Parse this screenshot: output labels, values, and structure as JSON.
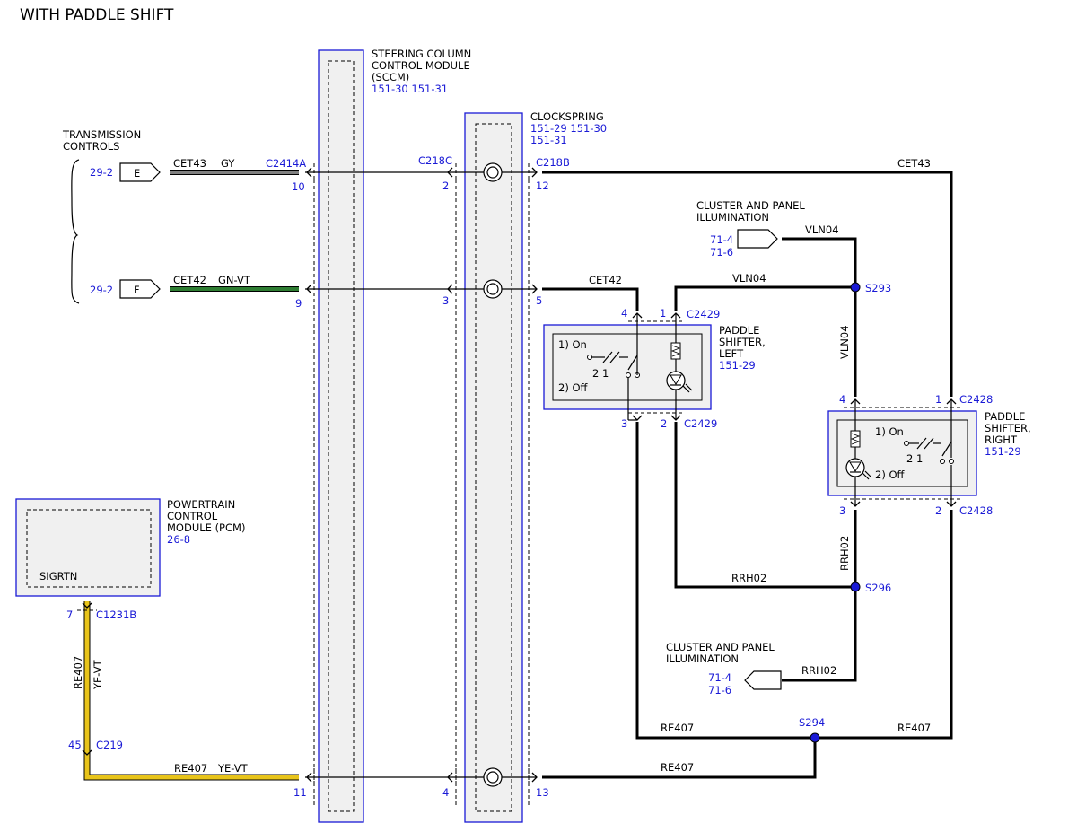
{
  "title": "WITH PADDLE SHIFT",
  "modules": {
    "sccm": {
      "name": [
        "STEERING COLUMN",
        "CONTROL MODULE",
        "(SCCM)"
      ],
      "refs": "151-30  151-31"
    },
    "clockspring": {
      "name": "CLOCKSPRING",
      "refs": [
        "151-29  151-30",
        "151-31"
      ]
    },
    "pcm": {
      "name": [
        "POWERTRAIN",
        "CONTROL",
        "MODULE (PCM)"
      ],
      "refs": "26-8",
      "pin": "SIGRTN"
    },
    "shifter_left": {
      "name": [
        "PADDLE",
        "SHIFTER,",
        "LEFT"
      ],
      "refs": "151-29",
      "on": "1) On",
      "off": "2) Off",
      "contacts": "2  1"
    },
    "shifter_right": {
      "name": [
        "PADDLE",
        "SHIFTER,",
        "RIGHT"
      ],
      "refs": "151-29",
      "on": "1) On",
      "off": "2) Off",
      "contacts": "2  1"
    }
  },
  "labels": {
    "transmission": [
      "TRANSMISSION",
      "CONTROLS"
    ],
    "illum_top": [
      "CLUSTER AND PANEL",
      "ILLUMINATION"
    ],
    "illum_top_refs": [
      "71-4",
      "71-6"
    ],
    "illum_bottom": [
      "CLUSTER AND PANEL",
      "ILLUMINATION"
    ],
    "illum_bottom_refs": [
      "71-4",
      "71-6"
    ],
    "conn_E": "E",
    "conn_F": "F",
    "ref_E": "29-2",
    "ref_F": "29-2"
  },
  "circuits": {
    "cet43": "CET43",
    "gy": "GY",
    "cet42": "CET42",
    "gnvt": "GN-VT",
    "vln04": "VLN04",
    "rrh02": "RRH02",
    "re407": "RE407",
    "yevt": "YE-VT"
  },
  "connectors": {
    "c2414a": "C2414A",
    "c218c": "C218C",
    "c218b": "C218B",
    "c2429": "C2429",
    "c2428": "C2428",
    "c1231b": "C1231B",
    "c219": "C219"
  },
  "splices": {
    "s293": "S293",
    "s296": "S296",
    "s294": "S294"
  },
  "pins": {
    "p10": "10",
    "p9": "9",
    "p11": "11",
    "p2": "2",
    "p3": "3",
    "p4": "4",
    "p12": "12",
    "p5": "5",
    "p13": "13",
    "p1": "1",
    "p7": "7",
    "p45": "45"
  },
  "colors": {
    "blue": "#1a1ad6",
    "gray_wire": "#808080",
    "green_wire": "#2e7d32",
    "yellow_wire": "#e8c41a"
  }
}
